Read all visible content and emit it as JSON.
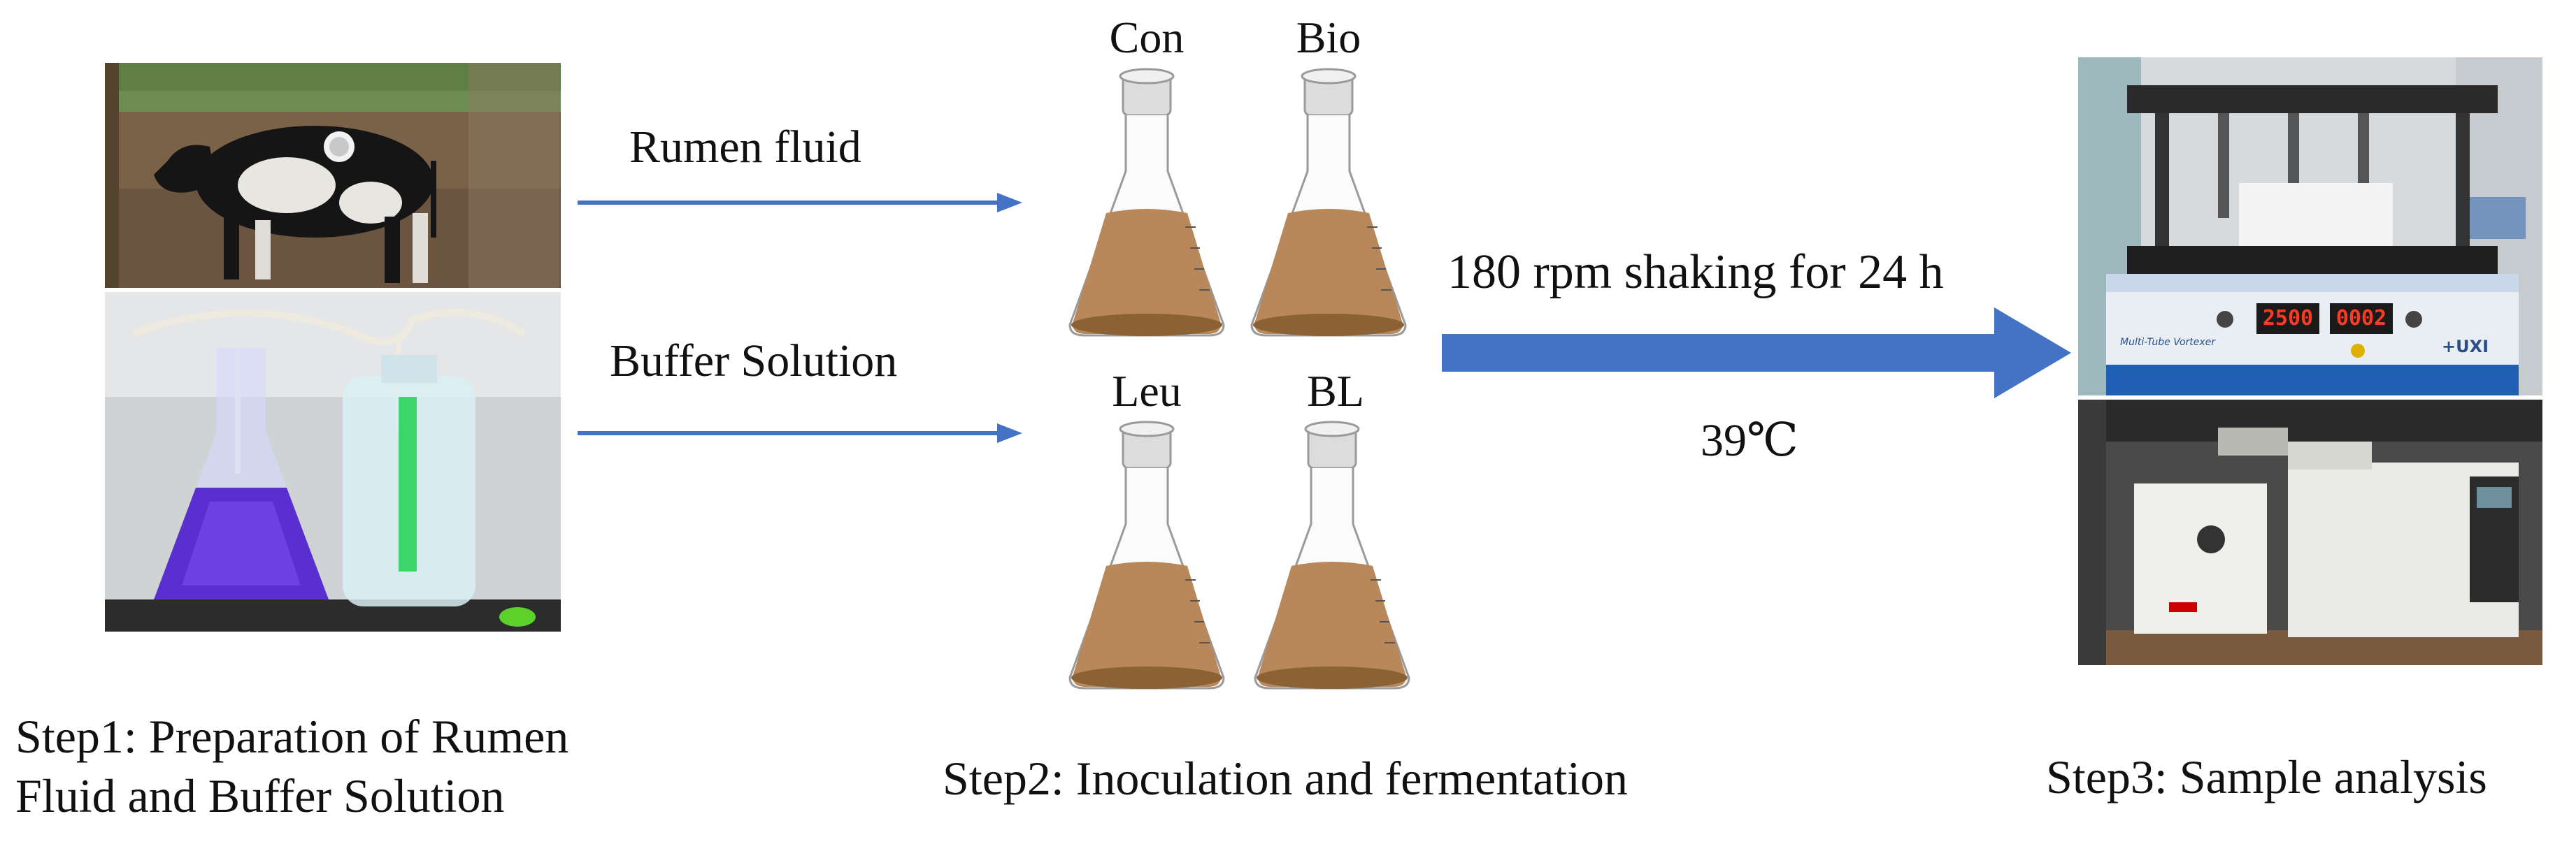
{
  "step1": {
    "line1": "Step1: Preparation of Rumen",
    "line2": "Fluid and Buffer Solution"
  },
  "step2": {
    "caption": "Step2: Inoculation and fermentation"
  },
  "step3": {
    "caption": "Step3: Sample analysis"
  },
  "arrows": {
    "rumen_label": "Rumen fluid",
    "buffer_label": "Buffer Solution",
    "shaking_label": "180 rpm shaking for 24 h",
    "temperature_label": "39℃"
  },
  "flasks": [
    {
      "label": "Con"
    },
    {
      "label": "Bio"
    },
    {
      "label": "Leu"
    },
    {
      "label": "BL"
    }
  ],
  "device": {
    "display_left": "2500",
    "display_right": "0002",
    "brand": "+UXI",
    "model": "Multi-Tube Vortexer"
  },
  "colors": {
    "arrow": "#4472c4",
    "fluid": "#b8875a",
    "fluid_dark": "#8a6236"
  }
}
